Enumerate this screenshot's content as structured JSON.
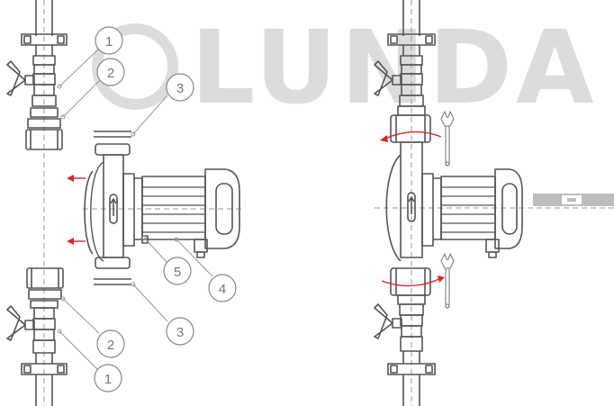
{
  "watermark": {
    "text": "LUNDA"
  },
  "callouts": [
    {
      "id": "c1a",
      "label": "1"
    },
    {
      "id": "c2a",
      "label": "2"
    },
    {
      "id": "c3a",
      "label": "3"
    },
    {
      "id": "c5",
      "label": "5"
    },
    {
      "id": "c4",
      "label": "4"
    },
    {
      "id": "c3b",
      "label": "3"
    },
    {
      "id": "c2b",
      "label": "2"
    },
    {
      "id": "c1b",
      "label": "1"
    }
  ],
  "colors": {
    "line": "#555555",
    "flow_arrow": "#d6262b",
    "watermark": "#dcdcdc",
    "guide": "#9a9a9a"
  },
  "icons": [
    "wing-valve-icon",
    "pipe-clamp-icon",
    "union-nut-icon",
    "circulation-pump-icon",
    "wrench-icon",
    "spirit-level-icon",
    "rotation-arrow-icon",
    "flow-arrow-icon"
  ]
}
